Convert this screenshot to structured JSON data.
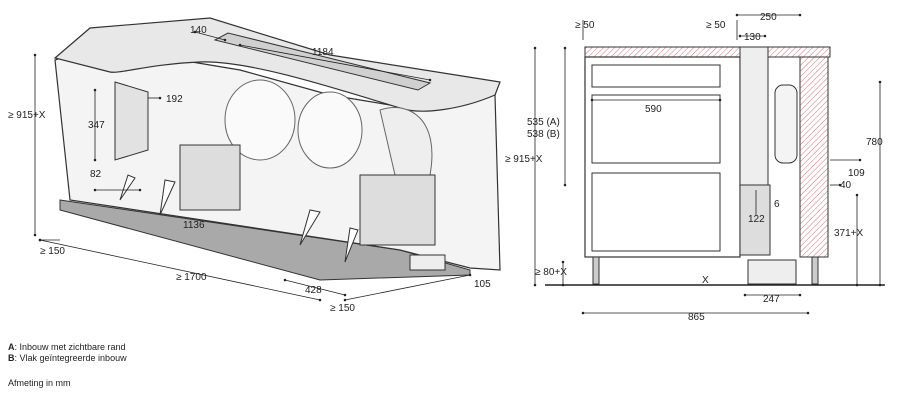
{
  "left_view": {
    "dims": {
      "d140": "140",
      "d1184": "1184",
      "d192": "192",
      "d347": "347",
      "d82": "82",
      "d915x": "≥ 915+X",
      "d1136": "1136",
      "d150a": "≥ 150",
      "d1700": "≥ 1700",
      "d428": "428",
      "d150b": "≥ 150",
      "d105": "105"
    }
  },
  "right_view": {
    "dims": {
      "d50a": "≥ 50",
      "d50b": "≥ 50",
      "d250": "250",
      "d130": "130",
      "d535": "535 (A)",
      "d538": "538 (B)",
      "d590": "590",
      "d915x": "≥ 915+X",
      "d780": "780",
      "d109": "109",
      "d40": "40",
      "d6": "6",
      "d122": "122",
      "d371x": "371+X",
      "d80x": "≥ 80+X",
      "dX": "X",
      "d247": "247",
      "d865": "865"
    }
  },
  "legend": {
    "a_key": "A",
    "a_text": ": Inbouw met zichtbare rand",
    "b_key": "B",
    "b_text": ": Vlak geïntegreerde inbouw",
    "unit_note": "Afmeting in mm"
  }
}
